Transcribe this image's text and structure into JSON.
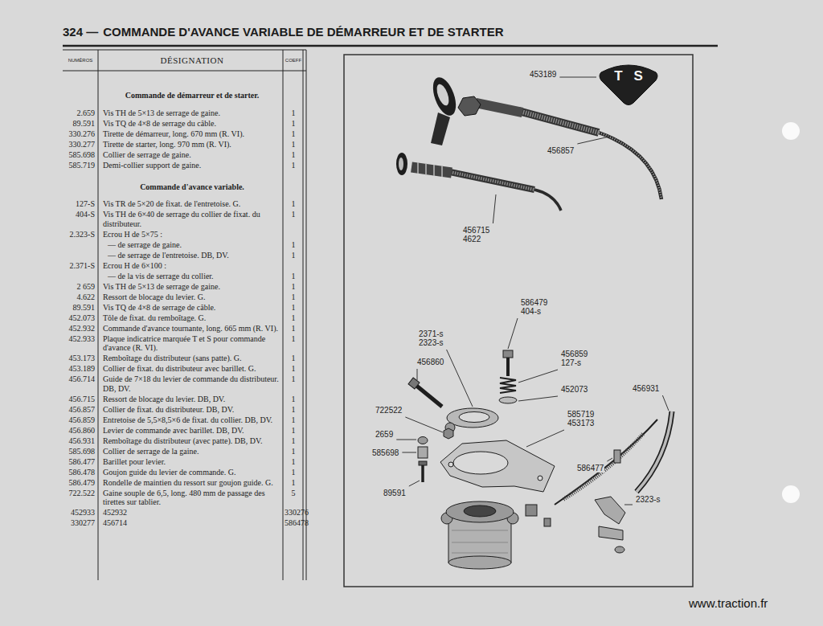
{
  "diagram": {
    "title": "COMMANDE D'AVANCE VARIABLE DE DÉMARREUR ET DE STARTER",
    "nodes": [
      {
        "text": [
          "T",
          "S"
        ]
      }
    ],
    "labels": [
      "324 —",
      "NUMÉROS",
      "DÉSIGNATION",
      "COEFF",
      "Commande de démarreur et de starter.",
      "2.659",
      "Vis TH de 5×13 de serrage de gaine.",
      "1",
      "89.591",
      "Vis TQ de 4×8 de serrage du câble.",
      "1",
      "330.276",
      "Tirette de démarreur, long. 670 mm (R. VI).",
      "1",
      "330.277",
      "Tirette de starter, long. 970 mm (R. VI).",
      "1",
      "585.698",
      "Collier de serrage de gaine.",
      "1",
      "585.719",
      "Demi-collier support de gaine.",
      "1",
      "Commande d'avance variable.",
      "127-S",
      "Vis TR de 5×20 de fixat. de l'entretoise. G.",
      "1",
      "404-S",
      "Vis TH de 6×40 de serrage du collier de fixat. du distributeur.",
      "1",
      "2.323-S",
      "Ecrou H de 5×75 :",
      "— de serrage de gaine.",
      "1",
      "— de serrage de l'entretoise. DB, DV.",
      "1",
      "2.371-S",
      "Ecrou H de 6×100 :",
      "— de la vis de serrage du collier.",
      "1",
      "2 659",
      "Vis TH de 5×13 de serrage de gaine.",
      "1",
      "4.622",
      "Ressort de blocage du levier. G.",
      "1",
      "89.591",
      "Vis TQ de 4×8 de serrage de câble.",
      "1",
      "452.073",
      "Tôle de fixat. du remboîtage. G.",
      "1",
      "452.932",
      "Commande d'avance tournante, long. 665 mm (R. VI).",
      "1",
      "452.933",
      "Plaque indicatrice marquée T et S pour commande d'avance (R. VI).",
      "1",
      "453.173",
      "Remboîtage du distributeur (sans patte). G.",
      "1",
      "453.189",
      "Collier de fixat. du distributeur avec barillet. G.",
      "1",
      "456.714",
      "Guide de 7×18 du levier de commande du distributeur. DB, DV.",
      "1",
      "456.715",
      "Ressort de blocage du levier. DB, DV.",
      "1",
      "456.857",
      "Collier de fixat. du distributeur. DB, DV.",
      "1",
      "456.859",
      "Entretoise de 5,5×8,5×6 de fixat. du collier. DB, DV.",
      "1",
      "456.860",
      "Levier de commande avec barillet. DB, DV.",
      "1",
      "456.931",
      "Remboîtage du distributeur (avec patte). DB, DV.",
      "1",
      "585.698",
      "Collier de serrage de la gaine.",
      "1",
      "586.477",
      "Barillet pour levier.",
      "1",
      "586.478",
      "Goujon guide du levier de commande. G.",
      "1",
      "586.479",
      "Rondelle de maintien du ressort sur goujon guide. G.",
      "1",
      "722.522",
      "Gaine souple de 6,5, long. 480 mm de passage des tirettes sur tablier.",
      "5",
      "452933",
      "452932",
      "330276",
      "330277",
      "456714",
      "586478",
      "453189",
      "456857",
      "456715",
      "4622",
      "586479",
      "404-s",
      "2371-s",
      "2323-s",
      "456859",
      "127-s",
      "452073",
      "456860",
      "722522",
      "2659",
      "585698",
      "89591",
      "585719",
      "453173",
      "456931",
      "586477",
      "2323-s",
      "www.traction.fr"
    ]
  }
}
